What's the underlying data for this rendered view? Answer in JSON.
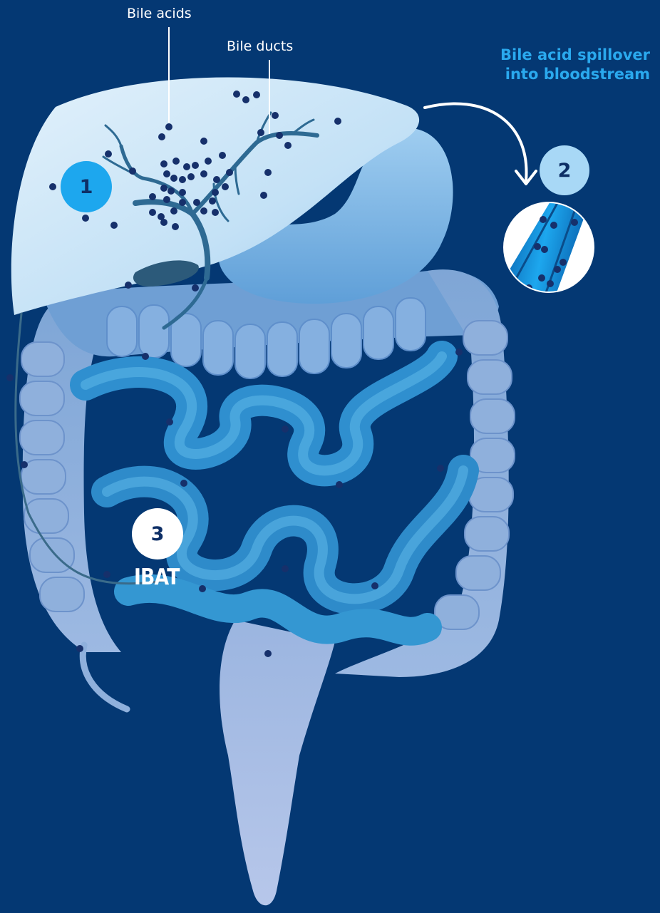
{
  "labels": {
    "bile_acids": "Bile acids",
    "bile_ducts": "Bile ducts",
    "spillover_line1": "Bile acid spillover",
    "spillover_line2": "into bloodstream",
    "ibat": "IBAT"
  },
  "steps": [
    {
      "number": "1"
    },
    {
      "number": "2"
    },
    {
      "number": "3"
    }
  ],
  "colors": {
    "background": "#043873",
    "step1_badge": "#1da7ee",
    "step2_badge": "#a8d8f6",
    "step3_badge": "#ffffff",
    "callout_text": "#2aa9ee",
    "bile_acid_dot": "#16306b",
    "liver": "#cde6f8",
    "small_intestine": "#3a9fd6",
    "large_intestine": "#8fb3dd"
  },
  "icons": {
    "liver": "liver-illustration",
    "intestines": "intestines-illustration",
    "blood_vessel": "blood-vessel-icon",
    "arrow": "curved-arrow-icon"
  }
}
